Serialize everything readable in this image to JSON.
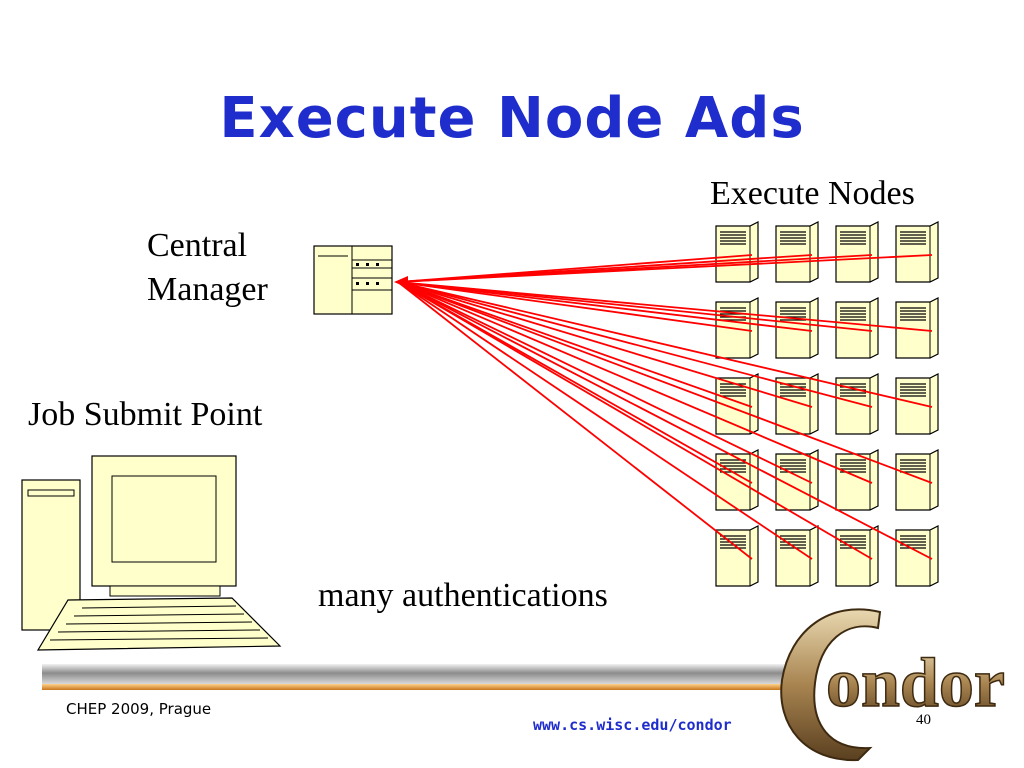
{
  "title": "Execute Node Ads",
  "labels": {
    "execute_nodes": "Execute Nodes",
    "central_manager_line1": "Central",
    "central_manager_line2": "Manager",
    "job_submit_point": "Job Submit Point",
    "many_authentications": "many authentications"
  },
  "footer": {
    "left": "CHEP 2009, Prague",
    "url": "www.cs.wisc.edu/condor",
    "page": "40"
  },
  "logo_text": "ondor",
  "logo_letter": "C",
  "colors": {
    "title": "#1f2dcc",
    "arrow": "#ff0000",
    "node_fill": "#ffffcc",
    "url": "#1f2dcc",
    "logo": "#8a6a3a"
  },
  "grid": {
    "rows": 5,
    "cols": 4
  }
}
